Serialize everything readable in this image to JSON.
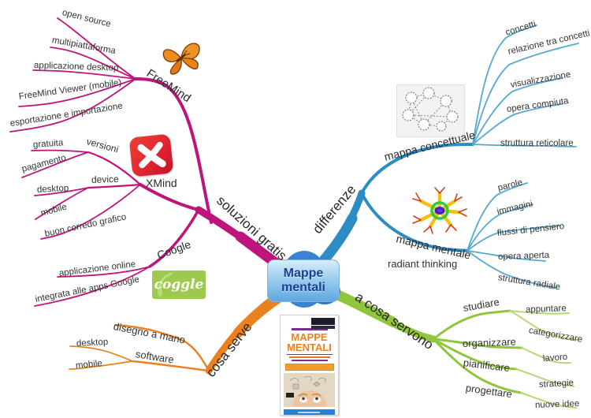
{
  "center": {
    "line1": "Mappe",
    "line2": "mentali"
  },
  "book": {
    "line1": "MAPPE",
    "line2": "MENTALI"
  },
  "branches": {
    "soluzioni": {
      "label": "soluzioni gratis",
      "freemind": {
        "label": "FreeMind",
        "icon": "freemind-butterfly",
        "items": [
          "open source",
          "multipiattaforma",
          "applicazione desktop",
          "FreeMind Viewer (mobile)",
          "esportazione e importazione"
        ]
      },
      "xmind": {
        "label": "XMind",
        "icon": "xmind-logo",
        "versioni": {
          "label": "versioni",
          "items": [
            "gratuita",
            "pagamento"
          ]
        },
        "device": {
          "label": "device",
          "items": [
            "desktop",
            "mobile"
          ]
        },
        "grafica": "buon corredo grafico"
      },
      "coogle": {
        "label": "Coogle",
        "icon": "coggle-logo",
        "logo_text": "coggle",
        "items": [
          "applicazione online",
          "integrata alle apps Google"
        ]
      }
    },
    "differenze": {
      "label": "differenze",
      "concettuale": {
        "label": "mappa concettuale",
        "icon": "concept-network",
        "items": [
          "concetti",
          "relazione tra concetti",
          "visualizzazione",
          "opera compiuta",
          "struttura reticolare"
        ]
      },
      "mentale": {
        "label": "mappa mentale",
        "note": "radiant thinking",
        "icon": "radial-map",
        "items": [
          "parole",
          "immagini",
          "flussi di pensiero",
          "opera aperta",
          "struttura radiale"
        ]
      }
    },
    "servono": {
      "label": "a cosa servono",
      "studiare": {
        "label": "studiare",
        "items": [
          "appuntare",
          "categorizzare"
        ]
      },
      "organizzare": {
        "label": "organizzare",
        "items": [
          "lavoro"
        ]
      },
      "pianificare": {
        "label": "pianificare",
        "items": [
          "strategie"
        ]
      },
      "progettare": {
        "label": "progettare",
        "items": [
          "nuove idee"
        ]
      }
    },
    "serve": {
      "label": "cosa serve",
      "disegno": "disegno a mano",
      "software": {
        "label": "software",
        "items": [
          "desktop",
          "mobile"
        ]
      }
    }
  },
  "colors": {
    "magenta": "#bd157b",
    "blue": "#2e8cc5",
    "green": "#8fc63d",
    "orange": "#e9821e"
  }
}
